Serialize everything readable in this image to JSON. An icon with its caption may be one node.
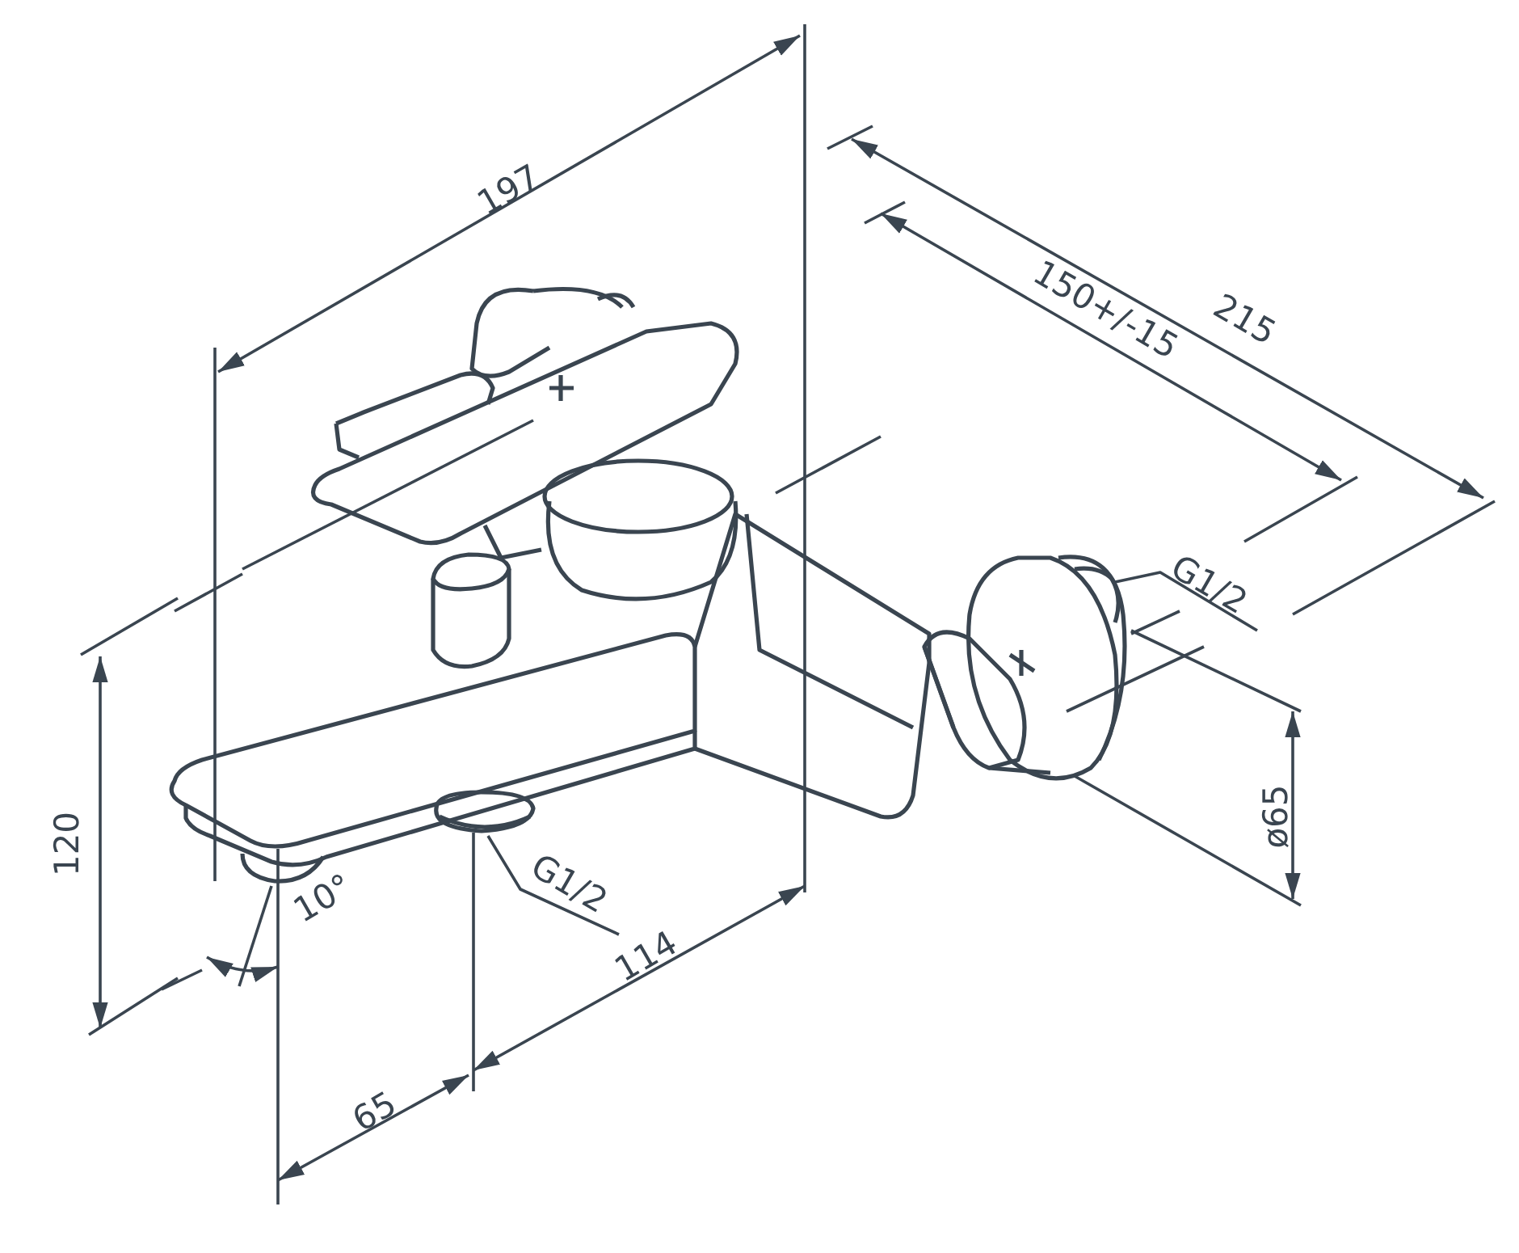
{
  "diagram": {
    "nodes": [
      {
        "text": [
          "G1/2"
        ]
      },
      {
        "text": [
          "G1/2"
        ]
      }
    ],
    "edges": [
      {
        "from": 0,
        "to": null,
        "arrow": "none"
      },
      {
        "from": 1,
        "to": null,
        "arrow": "none"
      }
    ],
    "labels": [
      "197",
      "215",
      "150+/-15",
      "120",
      "ø65",
      "10°",
      "114",
      "65"
    ]
  }
}
